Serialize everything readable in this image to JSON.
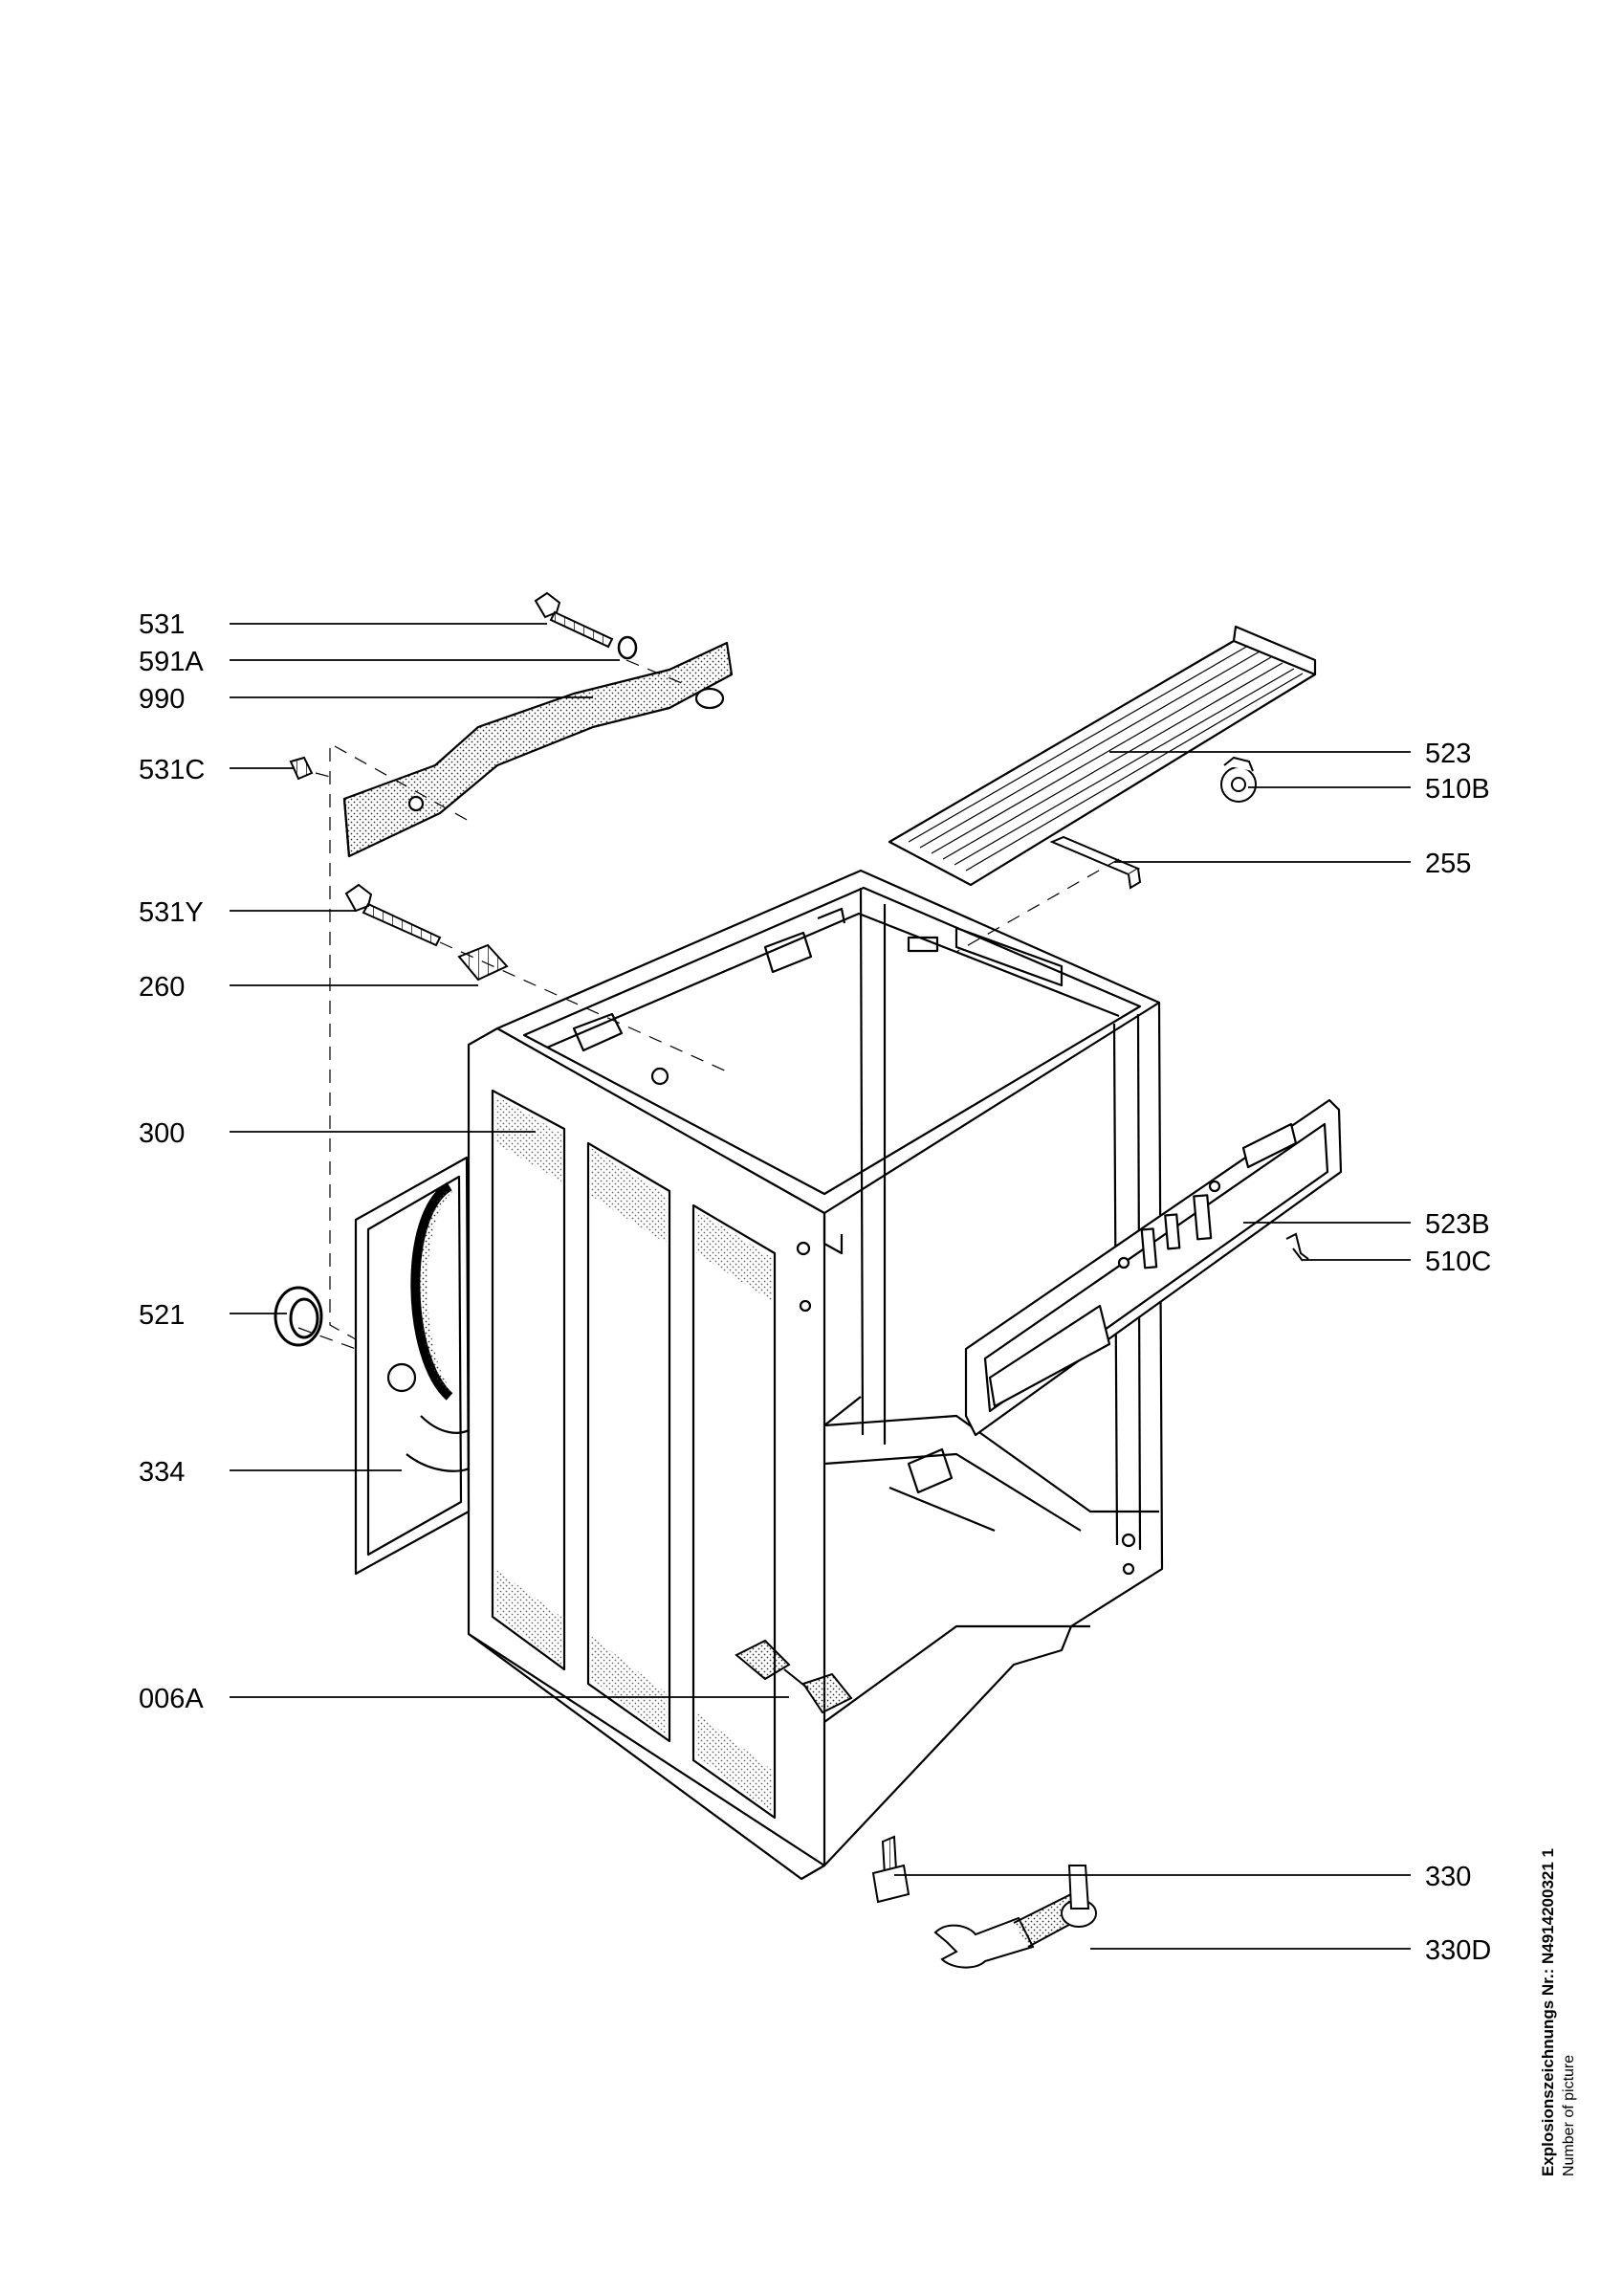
{
  "callouts": {
    "left": [
      "531",
      "591A",
      "990",
      "531C",
      "531Y",
      "260",
      "300",
      "521",
      "334",
      "006A"
    ],
    "right": [
      "523",
      "510B",
      "255",
      "523B",
      "510C",
      "330",
      "330D"
    ]
  },
  "footer": {
    "drawing_number": "Explosionszeichnungs Nr.: N4914200321 1",
    "caption": "Number of picture"
  }
}
